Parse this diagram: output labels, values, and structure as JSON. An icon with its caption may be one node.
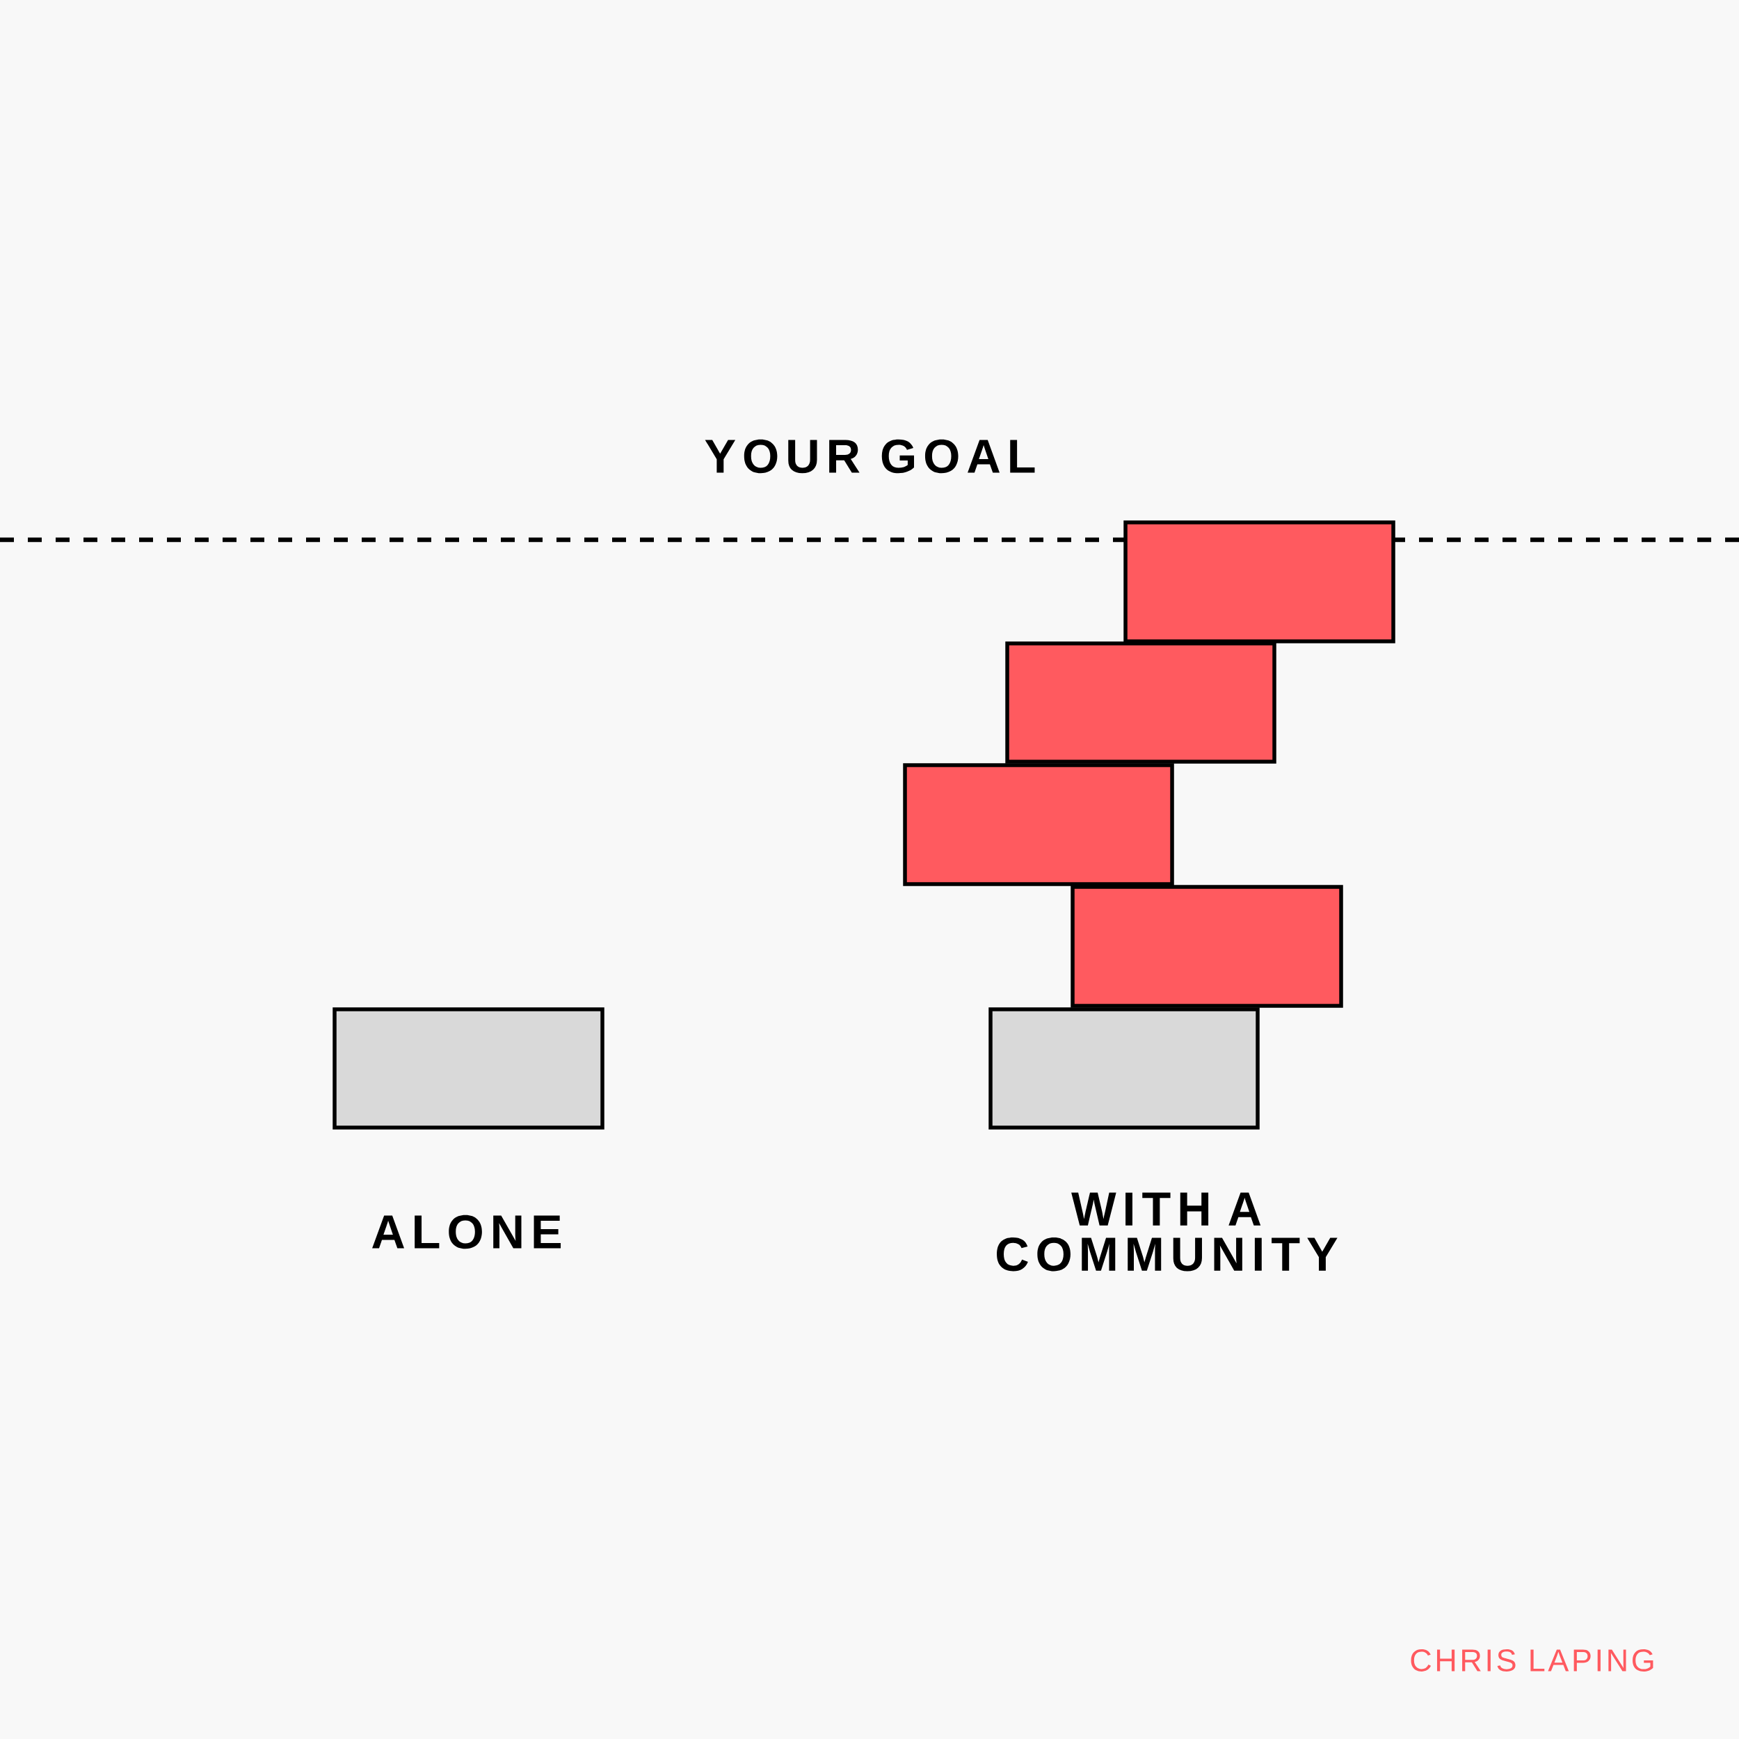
{
  "diagram": {
    "nodes": [
      {
        "text": [],
        "shape": "box"
      },
      {
        "text": [],
        "shape": "box"
      },
      {
        "text": [],
        "shape": "box"
      },
      {
        "text": [],
        "shape": "box"
      },
      {
        "text": [],
        "shape": "box"
      },
      {
        "text": [],
        "shape": "box"
      }
    ],
    "labels": [
      "YOUR GOAL",
      "ALONE",
      "WITH A COMMUNITY",
      "CHRIS LAPING"
    ]
  }
}
